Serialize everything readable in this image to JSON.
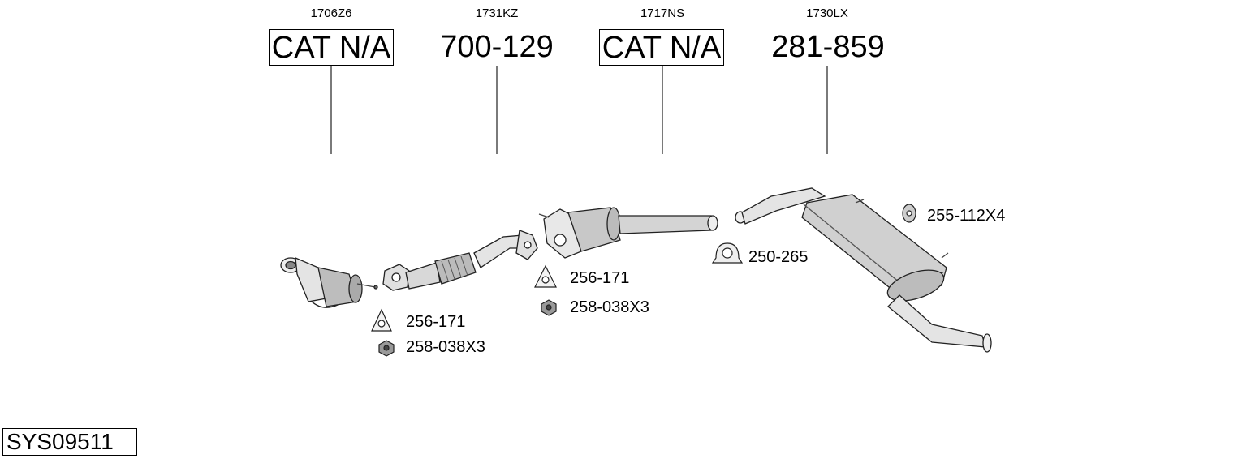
{
  "parts": [
    {
      "oem": "1706Z6",
      "number": "CAT N/A",
      "boxed": true
    },
    {
      "oem": "1731KZ",
      "number": "700-129",
      "boxed": false
    },
    {
      "oem": "1717NS",
      "number": "CAT N/A",
      "boxed": true
    },
    {
      "oem": "1730LX",
      "number": "281-859",
      "boxed": false
    }
  ],
  "accessories": [
    {
      "label": "256-171",
      "icon": "gasket-triangle-icon"
    },
    {
      "label": "258-038X3",
      "icon": "nut-icon"
    },
    {
      "label": "256-171",
      "icon": "gasket-triangle-icon"
    },
    {
      "label": "258-038X3",
      "icon": "nut-icon"
    },
    {
      "label": "250-265",
      "icon": "clamp-icon"
    },
    {
      "label": "255-112X4",
      "icon": "rubber-hanger-icon"
    }
  ],
  "system_code": "SYS09511"
}
